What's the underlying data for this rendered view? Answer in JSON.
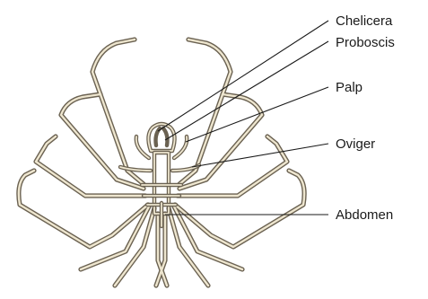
{
  "labels": {
    "chelicera": "Chelicera",
    "proboscis": "Proboscis",
    "palp": "Palp",
    "oviger": "Oviger",
    "abdomen": "Abdomen"
  },
  "colors": {
    "leg_outline": "#6b6252",
    "leg_fill": "#eee6cf",
    "leader_line": "#1a1a1a",
    "background": "#ffffff"
  }
}
